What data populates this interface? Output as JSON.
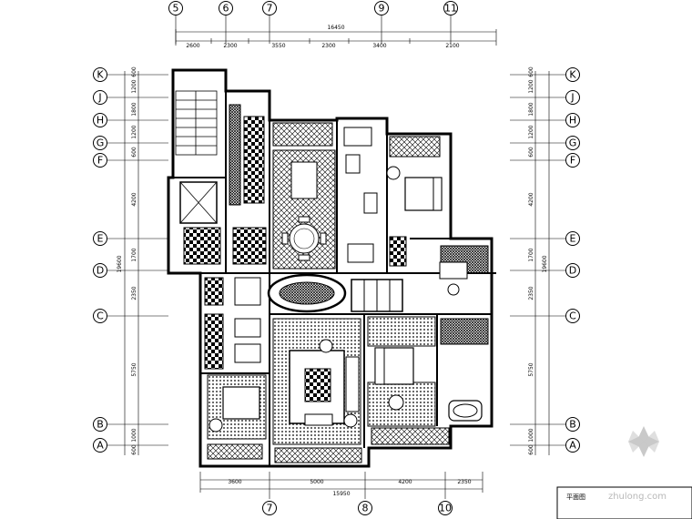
{
  "axes_top": [
    "5",
    "6",
    "7",
    "9",
    "11"
  ],
  "axes_bottom": [
    "7",
    "8",
    "10"
  ],
  "axes_left": [
    "K",
    "J",
    "H",
    "G",
    "F",
    "E",
    "D",
    "C",
    "B",
    "A"
  ],
  "axes_right": [
    "K",
    "J",
    "H",
    "G",
    "F",
    "E",
    "D",
    "C",
    "B",
    "A"
  ],
  "dims_top_total": "16450",
  "dims_top": [
    "2600",
    "2300",
    "3550",
    "2300",
    "3400",
    "2100"
  ],
  "dims_bottom_total": "15950",
  "dims_bottom": [
    "3600",
    "5000",
    "4200",
    "2350"
  ],
  "dims_left_total": "19600",
  "dims_left": [
    "600",
    "1200",
    "1800",
    "1200",
    "600",
    "4200",
    "1700",
    "2350",
    "5750",
    "1000",
    "600"
  ],
  "dims_right_total": "19600",
  "dims_right": [
    "600",
    "1200",
    "1800",
    "1200",
    "600",
    "4200",
    "1700",
    "2350",
    "5750",
    "1000",
    "600"
  ],
  "title_block_text": "平面图",
  "watermark_text": "zhulong.com",
  "colors": {
    "line": "#000000",
    "watermark": "#b8b8b8",
    "background": "#ffffff"
  }
}
